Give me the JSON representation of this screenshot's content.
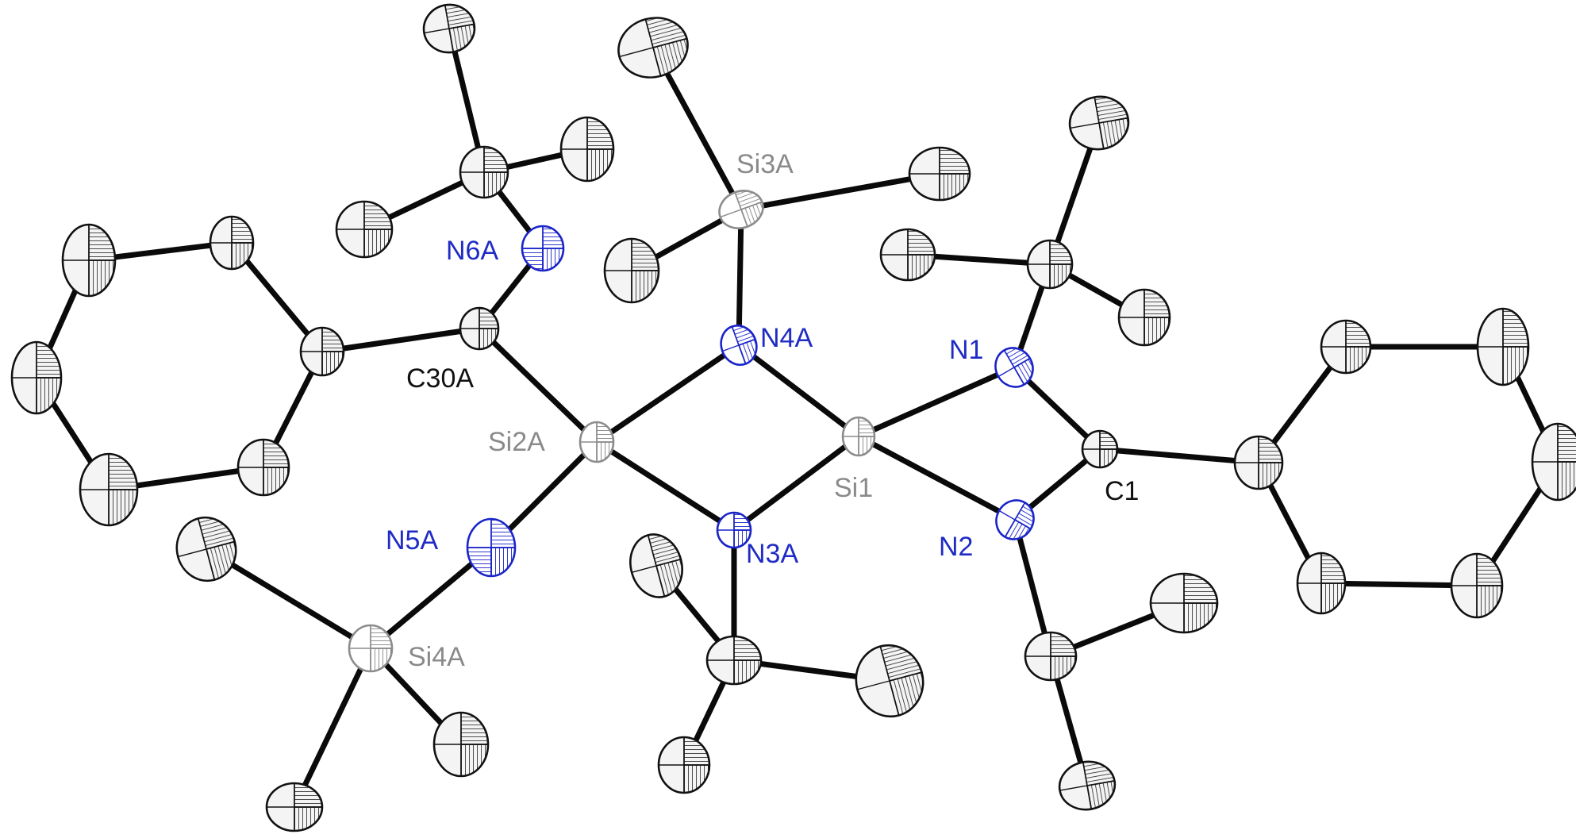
{
  "colors": {
    "background": "#ffffff",
    "bond": "#0a0a0a",
    "carbon_fill": "#f4f4f4",
    "carbon_hatch": "#222222",
    "nitrogen": "#1a24c8",
    "silicon": "#8c8c8c",
    "nitrogen_label": "#1f2bc4",
    "silicon_label": "#8a8a8a",
    "carbon_label": "#111111"
  },
  "labels": {
    "si3a": "Si3A",
    "n6a": "N6A",
    "n4a": "N4A",
    "n1": "N1",
    "c30a": "C30A",
    "si2a": "Si2A",
    "si1": "Si1",
    "c1": "C1",
    "n2": "N2",
    "n5a": "N5A",
    "n3a": "N3A",
    "si4a": "Si4A"
  }
}
